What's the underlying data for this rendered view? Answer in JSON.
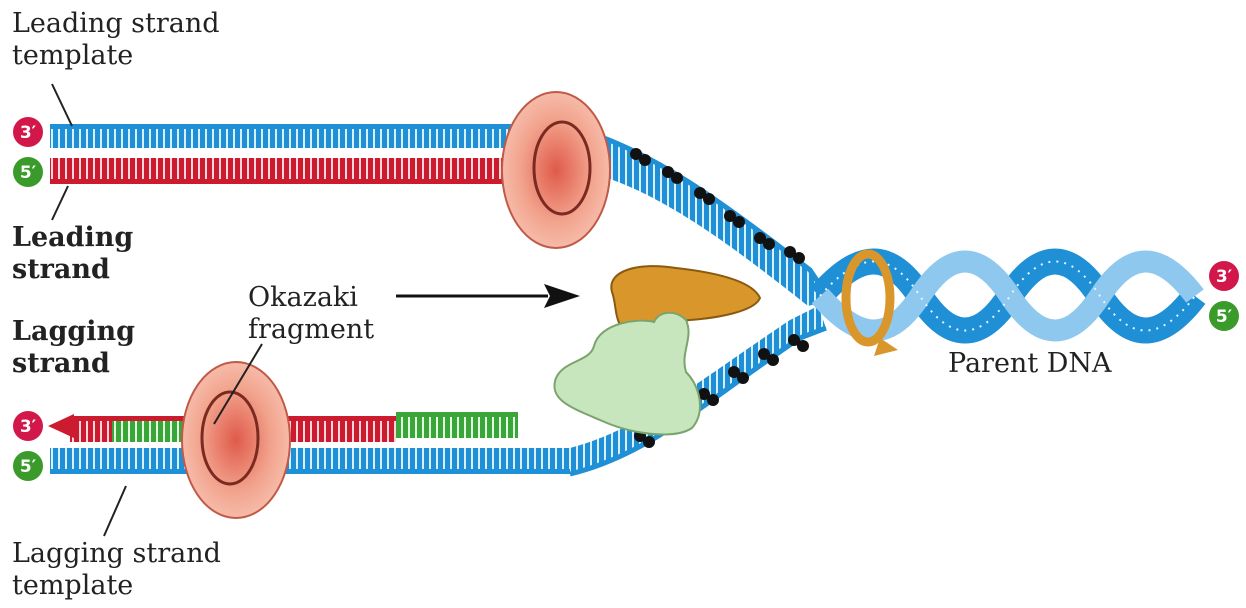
{
  "labels": {
    "leading_strand_template": "Leading strand\ntemplate",
    "leading_strand": "Leading\nstrand",
    "okazaki_fragment": "Okazaki\nfragment",
    "lagging_strand": "Lagging\nstrand",
    "lagging_strand_template": "Lagging strand\ntemplate",
    "parent_dna": "Parent DNA"
  },
  "end_markers": {
    "three_prime": "3′",
    "five_prime": "5′"
  },
  "colors": {
    "template_blue": "#1f8fd6",
    "new_strand_red": "#cc1a2e",
    "primer_green": "#3aa63a",
    "three_prime_badge": "#d2184a",
    "five_prime_badge": "#3a9a2a",
    "clamp_salmon": "#f2a38d",
    "helicase_orange": "#d9972b",
    "primase_green": "#c7e6bd",
    "ssb_black": "#111111"
  }
}
